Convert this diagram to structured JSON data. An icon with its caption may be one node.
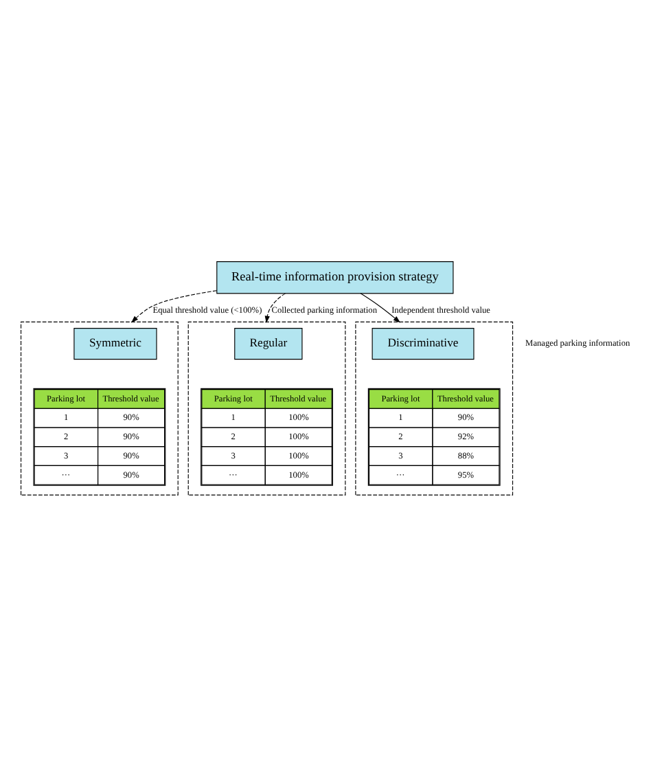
{
  "diagram": {
    "nodes": [
      {
        "text": [
          "Real-time information provision strategy"
        ]
      },
      {
        "text": [],
        "shape": "box"
      },
      {
        "text": [
          "Symmetric"
        ],
        "in": 1
      },
      {
        "text": [
          "Parking lot",
          "Threshold value",
          "1",
          "90%",
          "2",
          "90%",
          "3",
          "90%",
          "···",
          "90%"
        ],
        "in": 1
      },
      {
        "text": [],
        "shape": "box"
      },
      {
        "text": [
          "Regular"
        ],
        "in": 4
      },
      {
        "text": [
          "Parking lot",
          "Threshold value",
          "1",
          "100%",
          "2",
          "100%",
          "3",
          "100%",
          "···",
          "100%"
        ],
        "in": 4
      },
      {
        "text": [],
        "shape": "box"
      },
      {
        "text": [
          "Discriminative"
        ],
        "in": 7
      },
      {
        "text": [
          "Parking lot",
          "Threshold value",
          "1",
          "90%",
          "2",
          "92%",
          "3",
          "88%",
          "···",
          "95%"
        ],
        "in": 7
      }
    ],
    "edges": [
      {
        "from": 0,
        "to": 1,
        "arrow": "to",
        "style": "dashed",
        "label": "Equal threshold value (<100%)"
      },
      {
        "from": 0,
        "to": 4,
        "arrow": "to",
        "style": "dashed",
        "label": "Collected parking information"
      },
      {
        "from": 0,
        "to": 7,
        "arrow": "to",
        "label": "Independent threshold value"
      }
    ],
    "labels": [
      "Managed parking information"
    ]
  }
}
